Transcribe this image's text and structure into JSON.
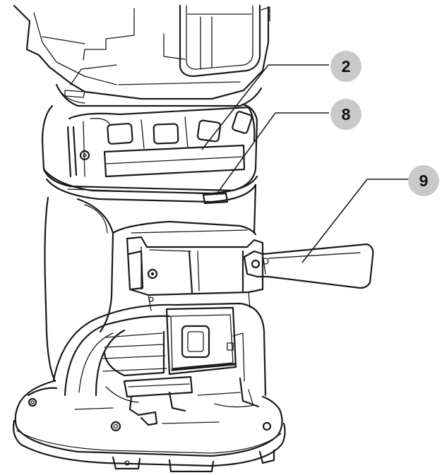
{
  "callouts": [
    {
      "id": "2",
      "label": "2",
      "target": "depth-adjust-ring"
    },
    {
      "id": "8",
      "label": "8",
      "target": "ring-marker-tab"
    },
    {
      "id": "9",
      "label": "9",
      "target": "clamp-lever"
    }
  ],
  "colors": {
    "ink": "#1a1a1a",
    "callout_fill": "#c9c9c9",
    "background": "#ffffff"
  }
}
